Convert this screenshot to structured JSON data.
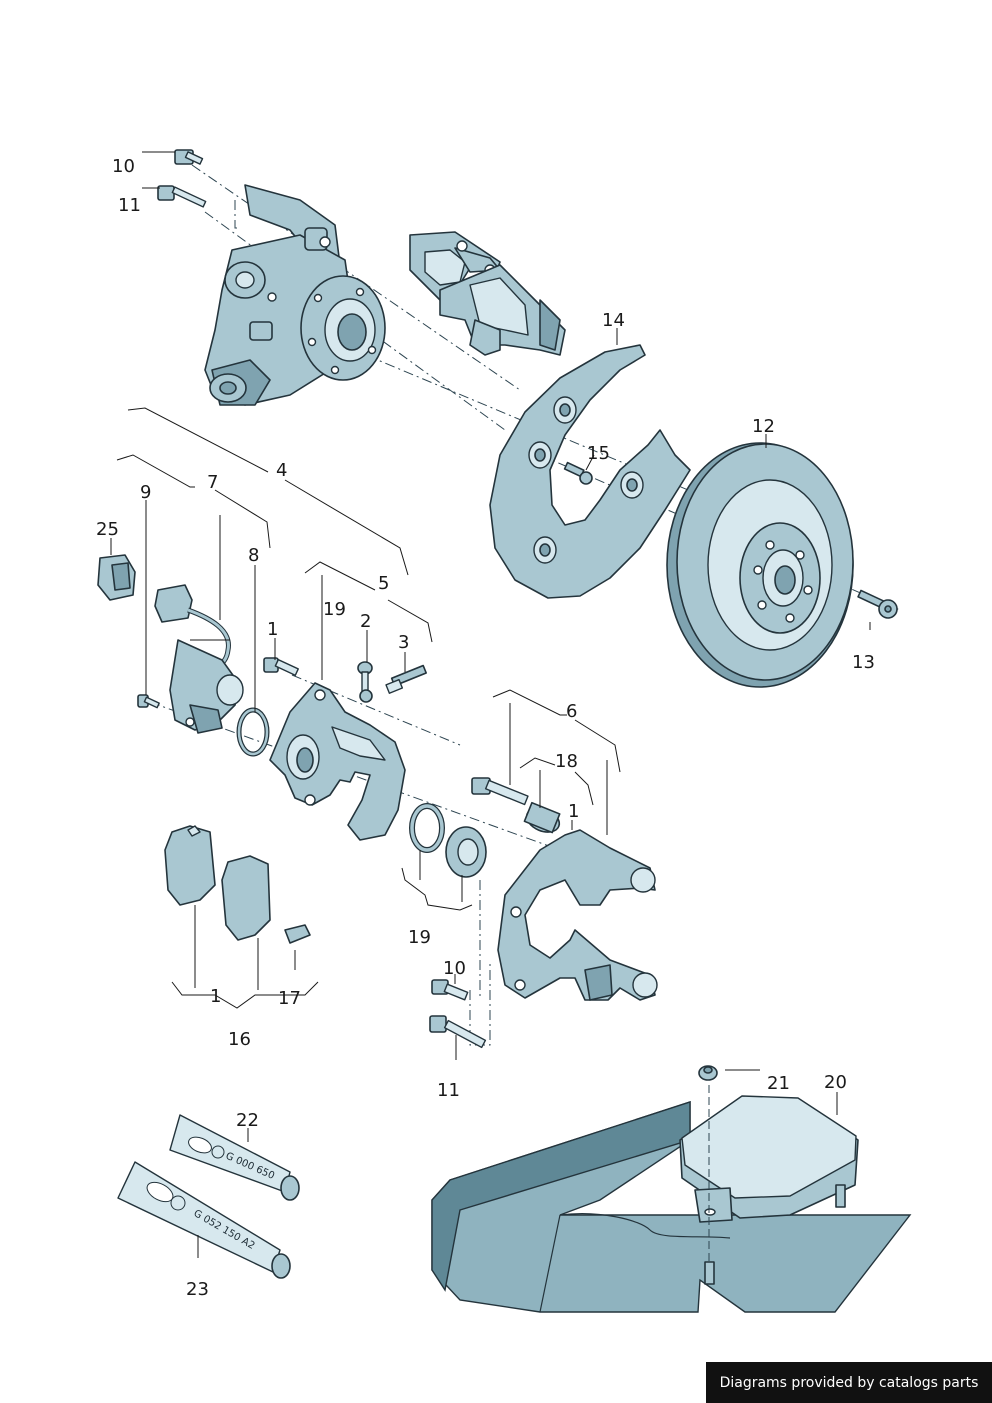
{
  "labels": {
    "l1a": "1",
    "l1b": "1",
    "l1c": "1",
    "l2": "2",
    "l3": "3",
    "l4": "4",
    "l5": "5",
    "l6": "6",
    "l7": "7",
    "l8": "8",
    "l9": "9",
    "l10a": "10",
    "l10b": "10",
    "l11a": "11",
    "l11b": "11",
    "l12": "12",
    "l13": "13",
    "l14": "14",
    "l15": "15",
    "l16": "16",
    "l17": "17",
    "l18": "18",
    "l19a": "19",
    "l19b": "19",
    "l20": "20",
    "l21": "21",
    "l22": "22",
    "l23": "23",
    "l25": "25"
  },
  "tubes": {
    "tube22_code": "G 000 650",
    "tube23_code": "G 052 150 A2"
  },
  "footer": {
    "text": "Diagrams provided by catalogs parts"
  }
}
